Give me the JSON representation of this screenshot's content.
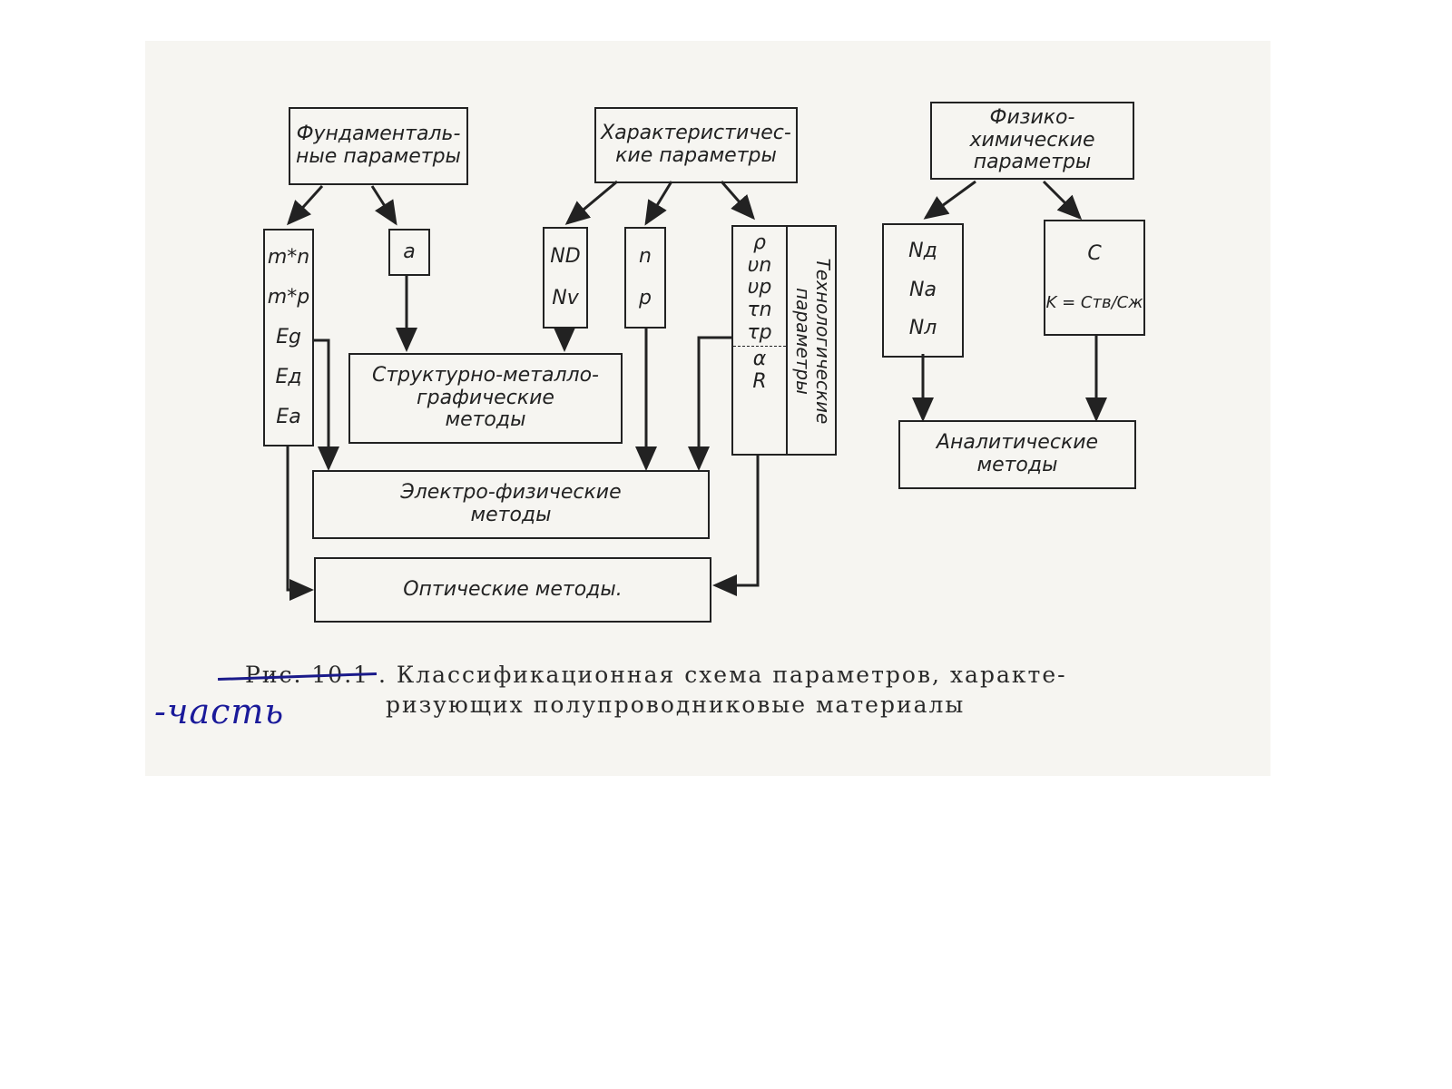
{
  "boxes": {
    "fundamental": "Фундаменталь-\nные параметры",
    "characteristic": "Характеристичес-\nкие параметры",
    "physchem": "Физико-химические\nпараметры",
    "fund_list": [
      "m*n",
      "m*p",
      "Eg",
      "Eд",
      "Ea"
    ],
    "alpha_box": "a",
    "nd_nv": [
      "ND",
      "Nv"
    ],
    "n_p": [
      "n",
      "p"
    ],
    "rho_list": [
      "ρ",
      "υn",
      "υp",
      "τn",
      "τp",
      "α",
      "R"
    ],
    "technological": "Технологические\nпараметры",
    "na_list": [
      "Nд",
      "Na",
      "Nл"
    ],
    "c_box": [
      "C",
      "K = Cтв/Cж"
    ],
    "structural": "Структурно-металло-\nграфические\nметоды",
    "electrophysical": "Электро-физические\nметоды",
    "optical": "Оптические   методы.",
    "analytical": "Аналитические\nметоды"
  },
  "caption": {
    "figure_number": "Рис. 10.1",
    "line1": ". Классификационная схема параметров, характе-",
    "line2": "ризующих полупроводниковые материалы"
  },
  "handwritten_note": "-часть",
  "colors": {
    "ink": "#222222",
    "pen": "#1a1a9a",
    "paper": "#f6f5f1"
  }
}
